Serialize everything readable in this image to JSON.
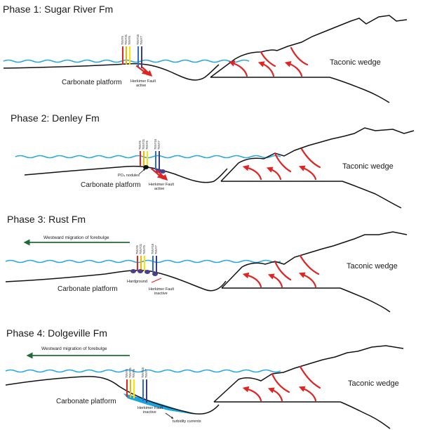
{
  "colors": {
    "sea": "#29a9e0",
    "thrust": "#e02424",
    "migration_arrow": "#1f6b3a",
    "hardground": "#4a3f8c",
    "turbidity": "#1aa3dc",
    "core_colors": [
      "#e02424",
      "#f4b400",
      "#f7e400",
      "#2b6cd6",
      "#3a3a8c"
    ]
  },
  "phases": [
    {
      "title": "Phase 1: Sugar River Fm",
      "wedge_label": "Taconic wedge",
      "platform_label": "Carbonate platform",
      "fault_label": "Herkimer Fault active",
      "cores": [
        "75NY5",
        "75NY21",
        "76NY5",
        "75NY15",
        "75NY7"
      ]
    },
    {
      "title": "Phase 2: Denley Fm",
      "wedge_label": "Taconic wedge",
      "platform_label": "Carbonate platform",
      "fault_label": "Herkimer Fault active",
      "nodules_label": "PO₄ nodules",
      "cores": [
        "75NY5",
        "75NY21",
        "76NY5",
        "75NY15",
        "75NY7"
      ]
    },
    {
      "title": "Phase 3: Rust Fm",
      "wedge_label": "Taconic wedge",
      "platform_label": "Carbonate platform",
      "fault_label": "Herkimer Fault inactive",
      "hardground_label": "Hardground",
      "migration_label": "Westward migration of forebulge",
      "cores": [
        "75NY5",
        "75NY21",
        "76NY5",
        "75NY15",
        "75NY7"
      ]
    },
    {
      "title": "Phase 4: Dolgeville Fm",
      "wedge_label": "Taconic wedge",
      "platform_label": "Carbonate platform",
      "fault_label": "Herkimer Fault inactive",
      "turbidity_label": "turbidity currents",
      "migration_label": "Westward migration of forebulge",
      "cores": [
        "75NY5",
        "75NY21",
        "76NY5",
        "75NY15",
        "75NY7"
      ]
    }
  ]
}
